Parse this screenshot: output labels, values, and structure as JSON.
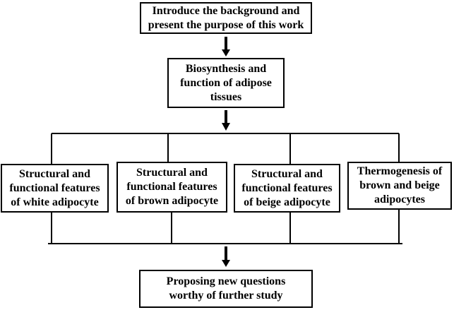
{
  "colors": {
    "line": "#000000",
    "box_border": "#000000",
    "background": "#ffffff",
    "text": "#000000"
  },
  "nodes": {
    "intro": "Introduce the background and\npresent the purpose of this work",
    "biosynthesis": "Biosynthesis and\nfunction of adipose\ntissues",
    "white": "Structural and\nfunctional features\nof white adipocyte",
    "brown": "Structural and\nfunctional features\nof brown adipocyte",
    "beige": "Structural and\nfunctional features\nof beige adipocyte",
    "thermogenesis": "Thermogenesis of\nbrown and beige\nadipocytes",
    "questions": "Proposing new questions\nworthy of further study"
  },
  "edges": [
    {
      "from": "intro",
      "to": "biosynthesis"
    },
    {
      "from": "biosynthesis",
      "to": "white"
    },
    {
      "from": "biosynthesis",
      "to": "brown"
    },
    {
      "from": "biosynthesis",
      "to": "beige"
    },
    {
      "from": "biosynthesis",
      "to": "thermogenesis"
    },
    {
      "from": "white",
      "to": "questions"
    },
    {
      "from": "brown",
      "to": "questions"
    },
    {
      "from": "beige",
      "to": "questions"
    },
    {
      "from": "thermogenesis",
      "to": "questions"
    }
  ]
}
